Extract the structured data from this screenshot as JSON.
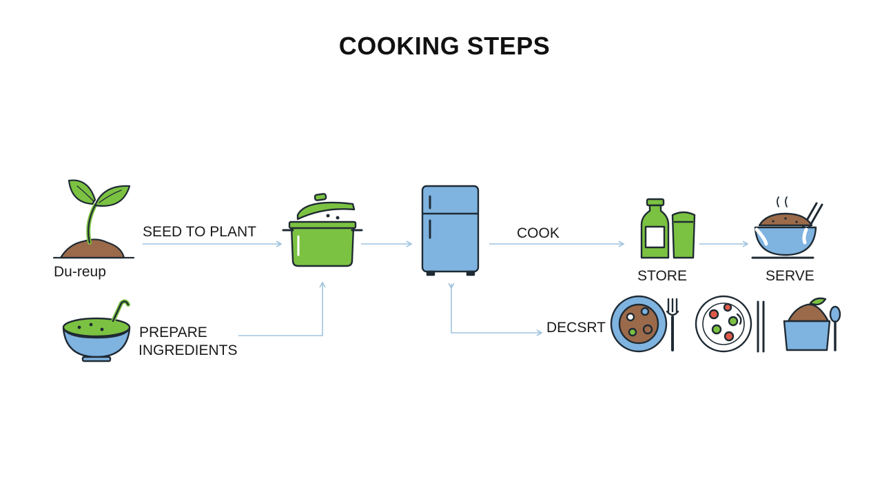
{
  "title": "COOKING STEPS",
  "labels": {
    "seed_caption": "Du-reup",
    "seed_to_plant": "SEED TO PLANT",
    "cook": "COOK",
    "store": "STORE",
    "serve": "SERVE",
    "prepare_line1": "PREPARE",
    "prepare_line2": "INGREDIENTS",
    "dessert": "DECSRT"
  },
  "colors": {
    "green": "#7cc242",
    "blue": "#7fb3e0",
    "soil": "#9b6a4a",
    "outline": "#1f2a33",
    "arrow": "#9ec3dd"
  },
  "icons": [
    "sprout-icon",
    "pot-icon",
    "fridge-icon",
    "bottles-icon",
    "serving-bowl-icon",
    "soup-bowl-icon",
    "plate-fork-icon",
    "plate-chopsticks-icon",
    "dessert-cup-icon"
  ]
}
